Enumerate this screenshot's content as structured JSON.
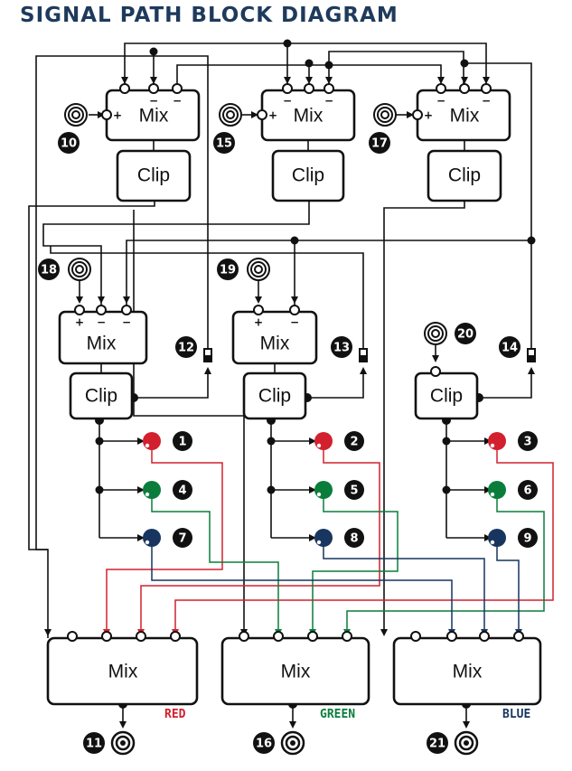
{
  "title": "SIGNAL PATH BLOCK DIAGRAM",
  "labels": {
    "mix": "Mix",
    "clip": "Clip",
    "plus": "+",
    "minus": "−"
  },
  "outputs": [
    "1",
    "2",
    "3",
    "4",
    "5",
    "6",
    "7",
    "8",
    "9"
  ],
  "numbers": {
    "n10": "10",
    "n11": "11",
    "n12": "12",
    "n13": "13",
    "n14": "14",
    "n15": "15",
    "n16": "16",
    "n17": "17",
    "n18": "18",
    "n19": "19",
    "n20": "20",
    "n21": "21"
  },
  "bus_labels": {
    "red": "RED",
    "green": "GREEN",
    "blue": "BLUE"
  },
  "colors": {
    "red": "#d2202e",
    "green": "#0a7d3b",
    "blue": "#17355f",
    "title": "#1e3a5c"
  }
}
